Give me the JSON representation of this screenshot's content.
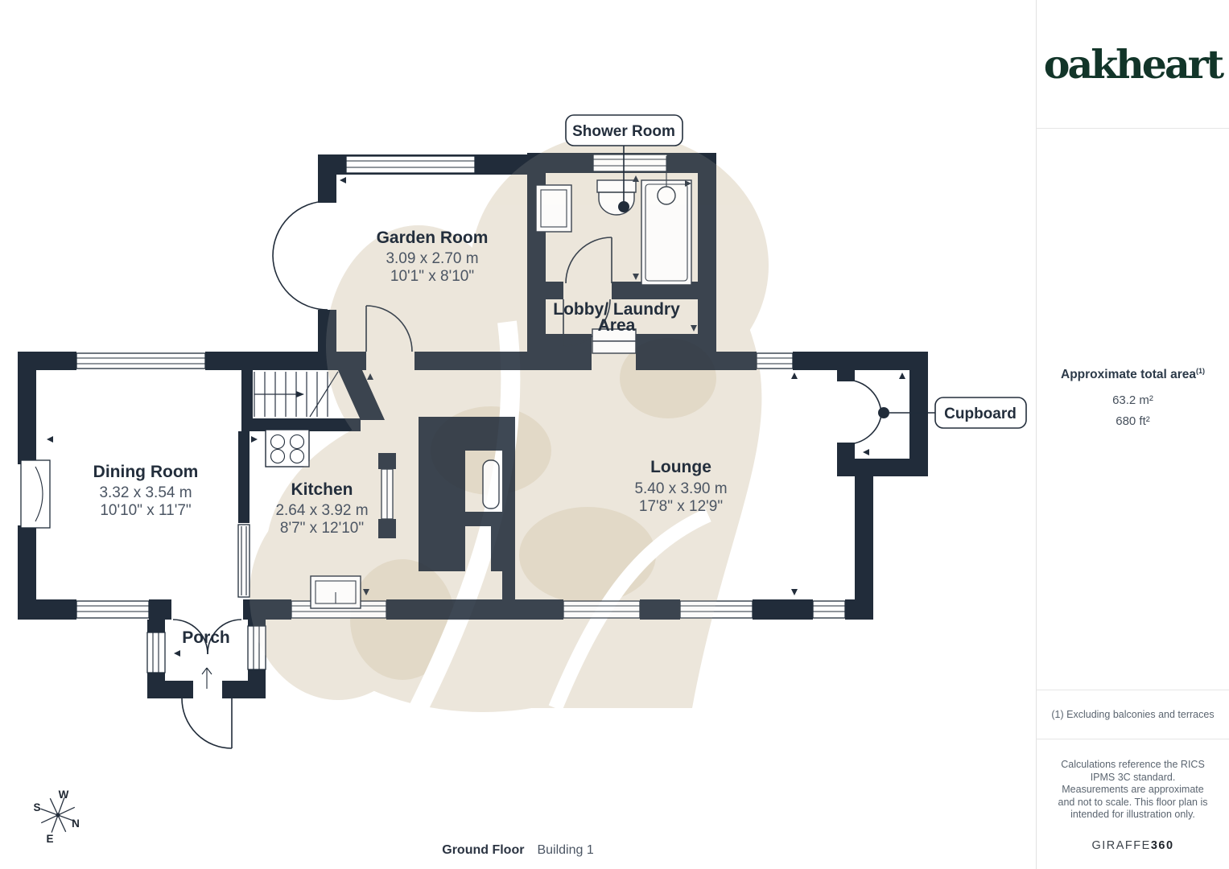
{
  "colors": {
    "wall": "#212c3a",
    "watermark": "#ece6db",
    "brand_green": "#123529"
  },
  "brand": {
    "logo_text": "oakheart"
  },
  "floor_plan": {
    "rooms": {
      "garden": {
        "name": "Garden Room",
        "dims_metric": "3.09 x 2.70 m",
        "dims_imperial": "10'1\" x 8'10\""
      },
      "dining": {
        "name": "Dining Room",
        "dims_metric": "3.32 x 3.54 m",
        "dims_imperial": "10'10\" x 11'7\""
      },
      "kitchen": {
        "name": "Kitchen",
        "dims_metric": "2.64 x 3.92 m",
        "dims_imperial": "8'7\" x 12'10\""
      },
      "lounge": {
        "name": "Lounge",
        "dims_metric": "5.40 x 3.90 m",
        "dims_imperial": "17'8\" x 12'9\""
      },
      "lobby": {
        "line1": "Lobby/ Laundry",
        "line2": "Area"
      },
      "porch": {
        "name": "Porch"
      }
    },
    "callouts": {
      "shower": "Shower Room",
      "cupboard": "Cupboard"
    },
    "compass": {
      "n": "N",
      "e": "E",
      "s": "S",
      "w": "W"
    }
  },
  "footer": {
    "floor_label": "Ground Floor",
    "building_label": "Building 1"
  },
  "sidebar": {
    "area_title": "Approximate total area",
    "area_ref": "(1)",
    "area_metric": "63.2 m²",
    "area_imperial": "680 ft²",
    "footnote": "(1) Excluding balconies and terraces",
    "disclaimer": "Calculations reference the RICS IPMS 3C standard. Measurements are approximate and not to scale. This floor plan is intended for illustration only.",
    "brand_name": "GIRAFFE",
    "brand_suffix": "360"
  }
}
